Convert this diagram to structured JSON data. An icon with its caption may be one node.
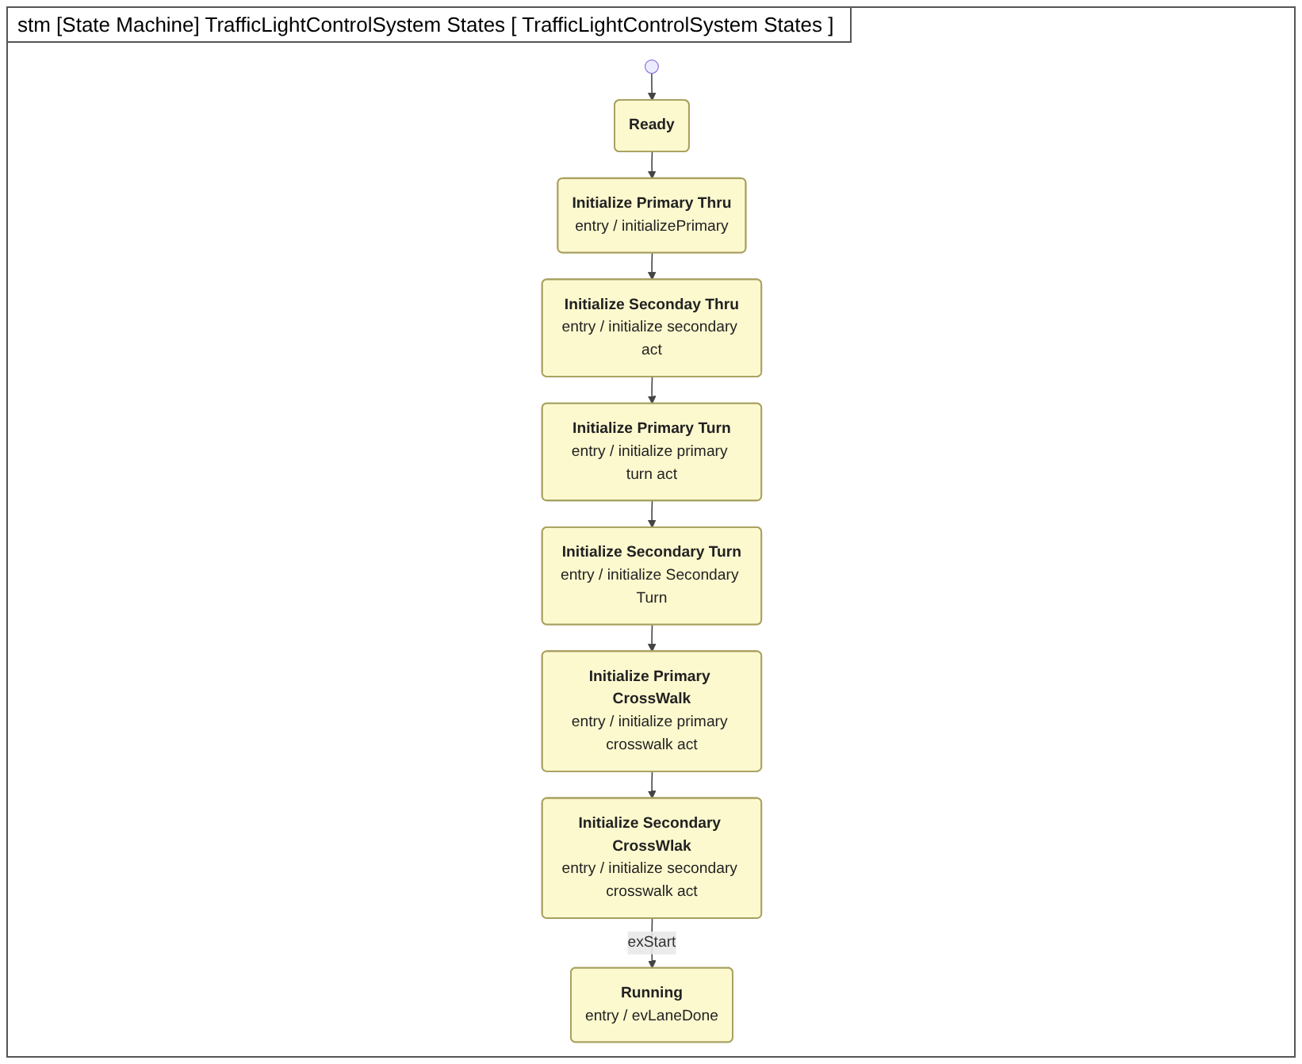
{
  "diagram": {
    "title": "stm [State Machine] TrafficLightControlSystem States [ TrafficLightControlSystem States ]",
    "nodes": [
      {
        "text": [],
        "shape": "circle"
      },
      {
        "text": [
          "Ready"
        ]
      },
      {
        "text": [
          "Initialize Primary Thru",
          "entry / initializePrimary"
        ]
      },
      {
        "text": [
          "Initialize Seconday Thru",
          "entry / initialize secondary act"
        ]
      },
      {
        "text": [
          "Initialize Primary Turn",
          "entry / initialize primary turn act"
        ]
      },
      {
        "text": [
          "Initialize Secondary Turn",
          "entry / initialize Secondary Turn"
        ]
      },
      {
        "text": [
          "Initialize Primary CrossWalk",
          "entry / initialize primary crosswalk act"
        ]
      },
      {
        "text": [
          "Initialize Secondary CrossWlak",
          "entry / initialize secondary crosswalk act"
        ]
      },
      {
        "text": [
          "Running",
          "entry / evLaneDone"
        ]
      }
    ],
    "edges": [
      {
        "from": 0,
        "to": 1,
        "arrow": "to"
      },
      {
        "from": 1,
        "to": 2,
        "arrow": "to"
      },
      {
        "from": 2,
        "to": 3,
        "arrow": "to"
      },
      {
        "from": 3,
        "to": 4,
        "arrow": "to"
      },
      {
        "from": 4,
        "to": 5,
        "arrow": "to"
      },
      {
        "from": 5,
        "to": 6,
        "arrow": "to"
      },
      {
        "from": 6,
        "to": 7,
        "arrow": "to"
      },
      {
        "from": 7,
        "to": 8,
        "arrow": "to",
        "label": "exStart"
      }
    ]
  }
}
